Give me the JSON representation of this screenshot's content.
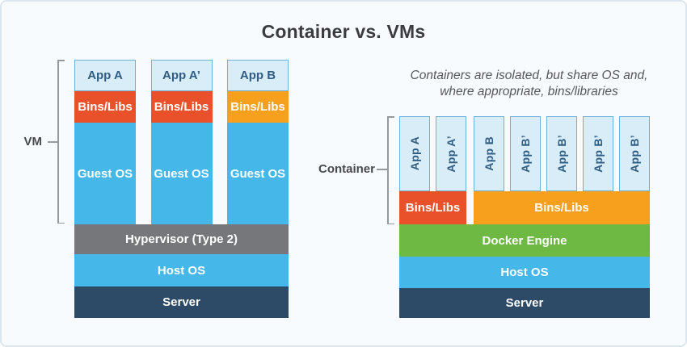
{
  "title": "Container vs. VMs",
  "colors": {
    "red": "#e9512b",
    "orange": "#f7a01e",
    "sky": "#45b7e8",
    "gray": "#76777b",
    "navy": "#2d4b66",
    "green": "#6eb844",
    "app_fill": "#d9edf9",
    "app_border": "#6cb2d6"
  },
  "vm_section": {
    "bracket_label": "VM",
    "columns": [
      {
        "app": "App A",
        "bins": "Bins/Libs",
        "bins_color": "red",
        "os": "Guest OS",
        "os_color": "sky"
      },
      {
        "app": "App A’",
        "bins": "Bins/Libs",
        "bins_color": "red",
        "os": "Guest OS",
        "os_color": "sky"
      },
      {
        "app": "App B",
        "bins": "Bins/Libs",
        "bins_color": "orange",
        "os": "Guest OS",
        "os_color": "sky"
      }
    ],
    "layers": [
      {
        "name": "hypervisor-layer",
        "label": "Hypervisor (Type 2)",
        "color": "gray"
      },
      {
        "name": "host-os-layer",
        "label": "Host OS",
        "color": "sky"
      },
      {
        "name": "server-layer",
        "label": "Server",
        "color": "navy"
      }
    ]
  },
  "container_section": {
    "bracket_label": "Container",
    "annotation": {
      "line1": "Containers are isolated, but share OS and,",
      "line2": "where appropriate, bins/libraries"
    },
    "groups": [
      {
        "apps": [
          "App A",
          "App A’"
        ],
        "bins": "Bins/Libs",
        "bins_color": "red"
      },
      {
        "apps": [
          "App B",
          "App B’",
          "App B’",
          "App B’",
          "App B’"
        ],
        "bins": "Bins/Libs",
        "bins_color": "orange"
      }
    ],
    "layers": [
      {
        "name": "docker-engine-layer",
        "label": "Docker Engine",
        "color": "green"
      },
      {
        "name": "host-os-layer",
        "label": "Host OS",
        "color": "sky"
      },
      {
        "name": "server-layer",
        "label": "Server",
        "color": "navy"
      }
    ]
  }
}
